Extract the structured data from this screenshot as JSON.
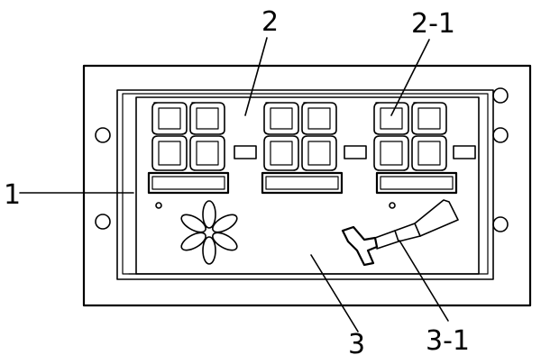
{
  "labels": {
    "housing": "1",
    "display_panel": "2",
    "digit_segment": "2-1",
    "touch_panel": "3",
    "touch_key": "3-1"
  }
}
